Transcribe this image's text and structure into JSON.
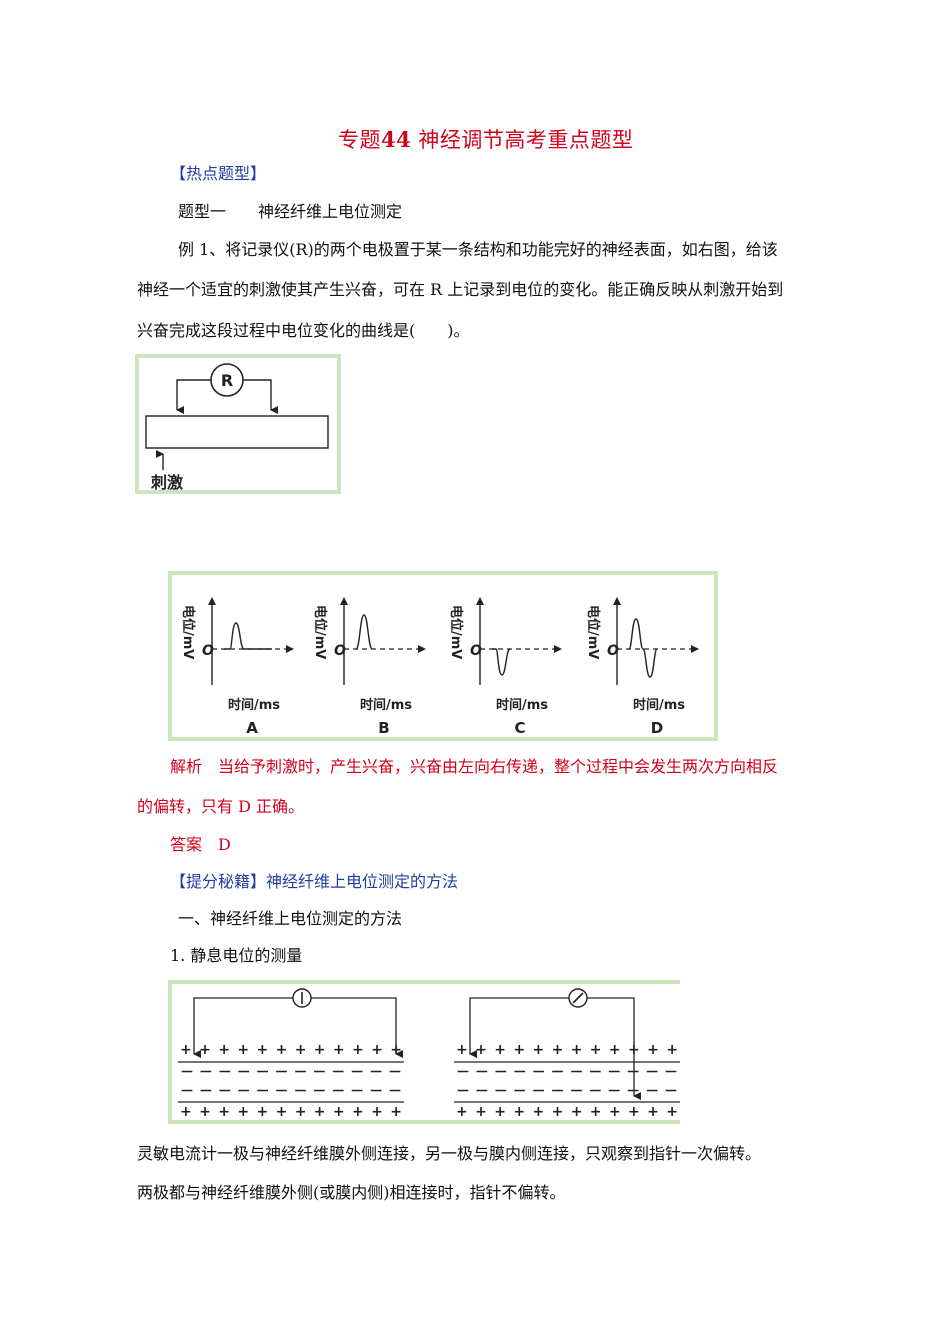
{
  "title": {
    "prefix": "专题",
    "number": "44",
    "rest": " 神经调节高考重点题型"
  },
  "section_hot": "【热点题型】",
  "type_one": "题型一　　神经纤维上电位测定",
  "example": {
    "line1": "例 1、将记录仪(R)的两个电极置于某一条结构和功能完好的神经表面，如右图，给该",
    "line2": "神经一个适宜的刺激使其产生兴奋，可在 R 上记录到电位的变化。能正确反映从刺激开始到",
    "line3": "兴奋完成这段过程中电位变化的曲线是(　　)。"
  },
  "figure1": {
    "meter_label": "R",
    "stimulus_label": "刺激"
  },
  "figure2": {
    "ylabel": "电位/mV",
    "origin": "O",
    "xlabel": "时间/ms",
    "options": [
      "A",
      "B",
      "C",
      "D"
    ]
  },
  "analysis": {
    "line1": "解析　当给予刺激时，产生兴奋，兴奋由左向右传递，整个过程中会发生两次方向相反",
    "line2": "的偏转，只有 D 正确。"
  },
  "answer": "答案　D",
  "tip": {
    "label": "【提分秘籍】",
    "text": "神经纤维上电位测定的方法"
  },
  "heading_one": "一、神经纤维上电位测定的方法",
  "item_one": "1. 静息电位的测量",
  "figure3": {
    "plus_row": "+ + + + + + + + + + + +",
    "minus_row": "－ － － － － － － － － － － －"
  },
  "para": {
    "line1": "灵敏电流计一极与神经纤维膜外侧连接，另一极与膜内侧连接，只观察到指针一次偏转。",
    "line2": "两极都与神经纤维膜外侧(或膜内侧)相连接时，指针不偏转。"
  },
  "colors": {
    "title_red": "#d0021b",
    "blue": "#1f3fa0",
    "frame_green": "#c9e6c0"
  }
}
